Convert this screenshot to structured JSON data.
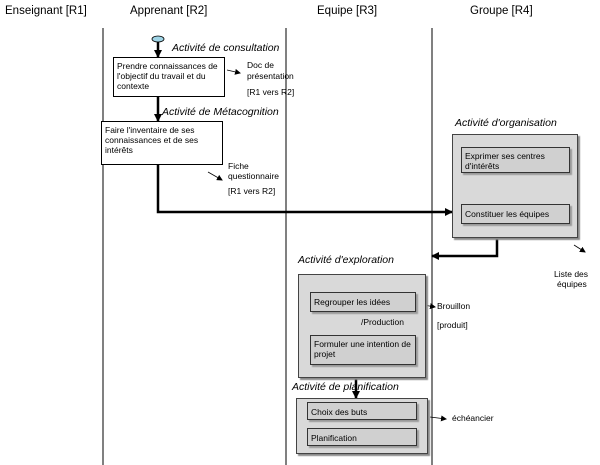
{
  "lanes": [
    {
      "label": "Enseignant [R1]"
    },
    {
      "label": "Apprenant [R2]"
    },
    {
      "label": "Equipe [R3]"
    },
    {
      "label": "Groupe [R4]"
    }
  ],
  "activities": {
    "consultation": "Activité de consultation",
    "metacognition": "Activité de Métacognition",
    "organisation": "Activité d'organisation",
    "exploration": "Activité d'exploration",
    "planification": "Activité de planification"
  },
  "tasks": {
    "prendre": "Prendre connaissances de l'objectif du travail et du contexte",
    "inventaire": "Faire l'inventaire de ses connaissances et de ses intérêts",
    "exprimer": "Exprimer ses centres d'intérêts",
    "constituer": "Constituer les équipes",
    "regrouper": "Regrouper les idées",
    "formuler": "Formuler une intention de projet",
    "choix": "Choix des buts",
    "planification": "Planification"
  },
  "artifacts": {
    "doc_line1": "Doc de",
    "doc_line2": "présentation",
    "doc_line3": "[R1 vers R2]",
    "fiche_line1": "Fiche",
    "fiche_line2": "questionnaire",
    "fiche_line3": "[R1 vers R2]",
    "liste_line1": "Liste des",
    "liste_line2": "équipes",
    "brouillon": "Brouillon",
    "produit": "[produit]",
    "production": "/Production",
    "echeancier": "échéancier"
  }
}
